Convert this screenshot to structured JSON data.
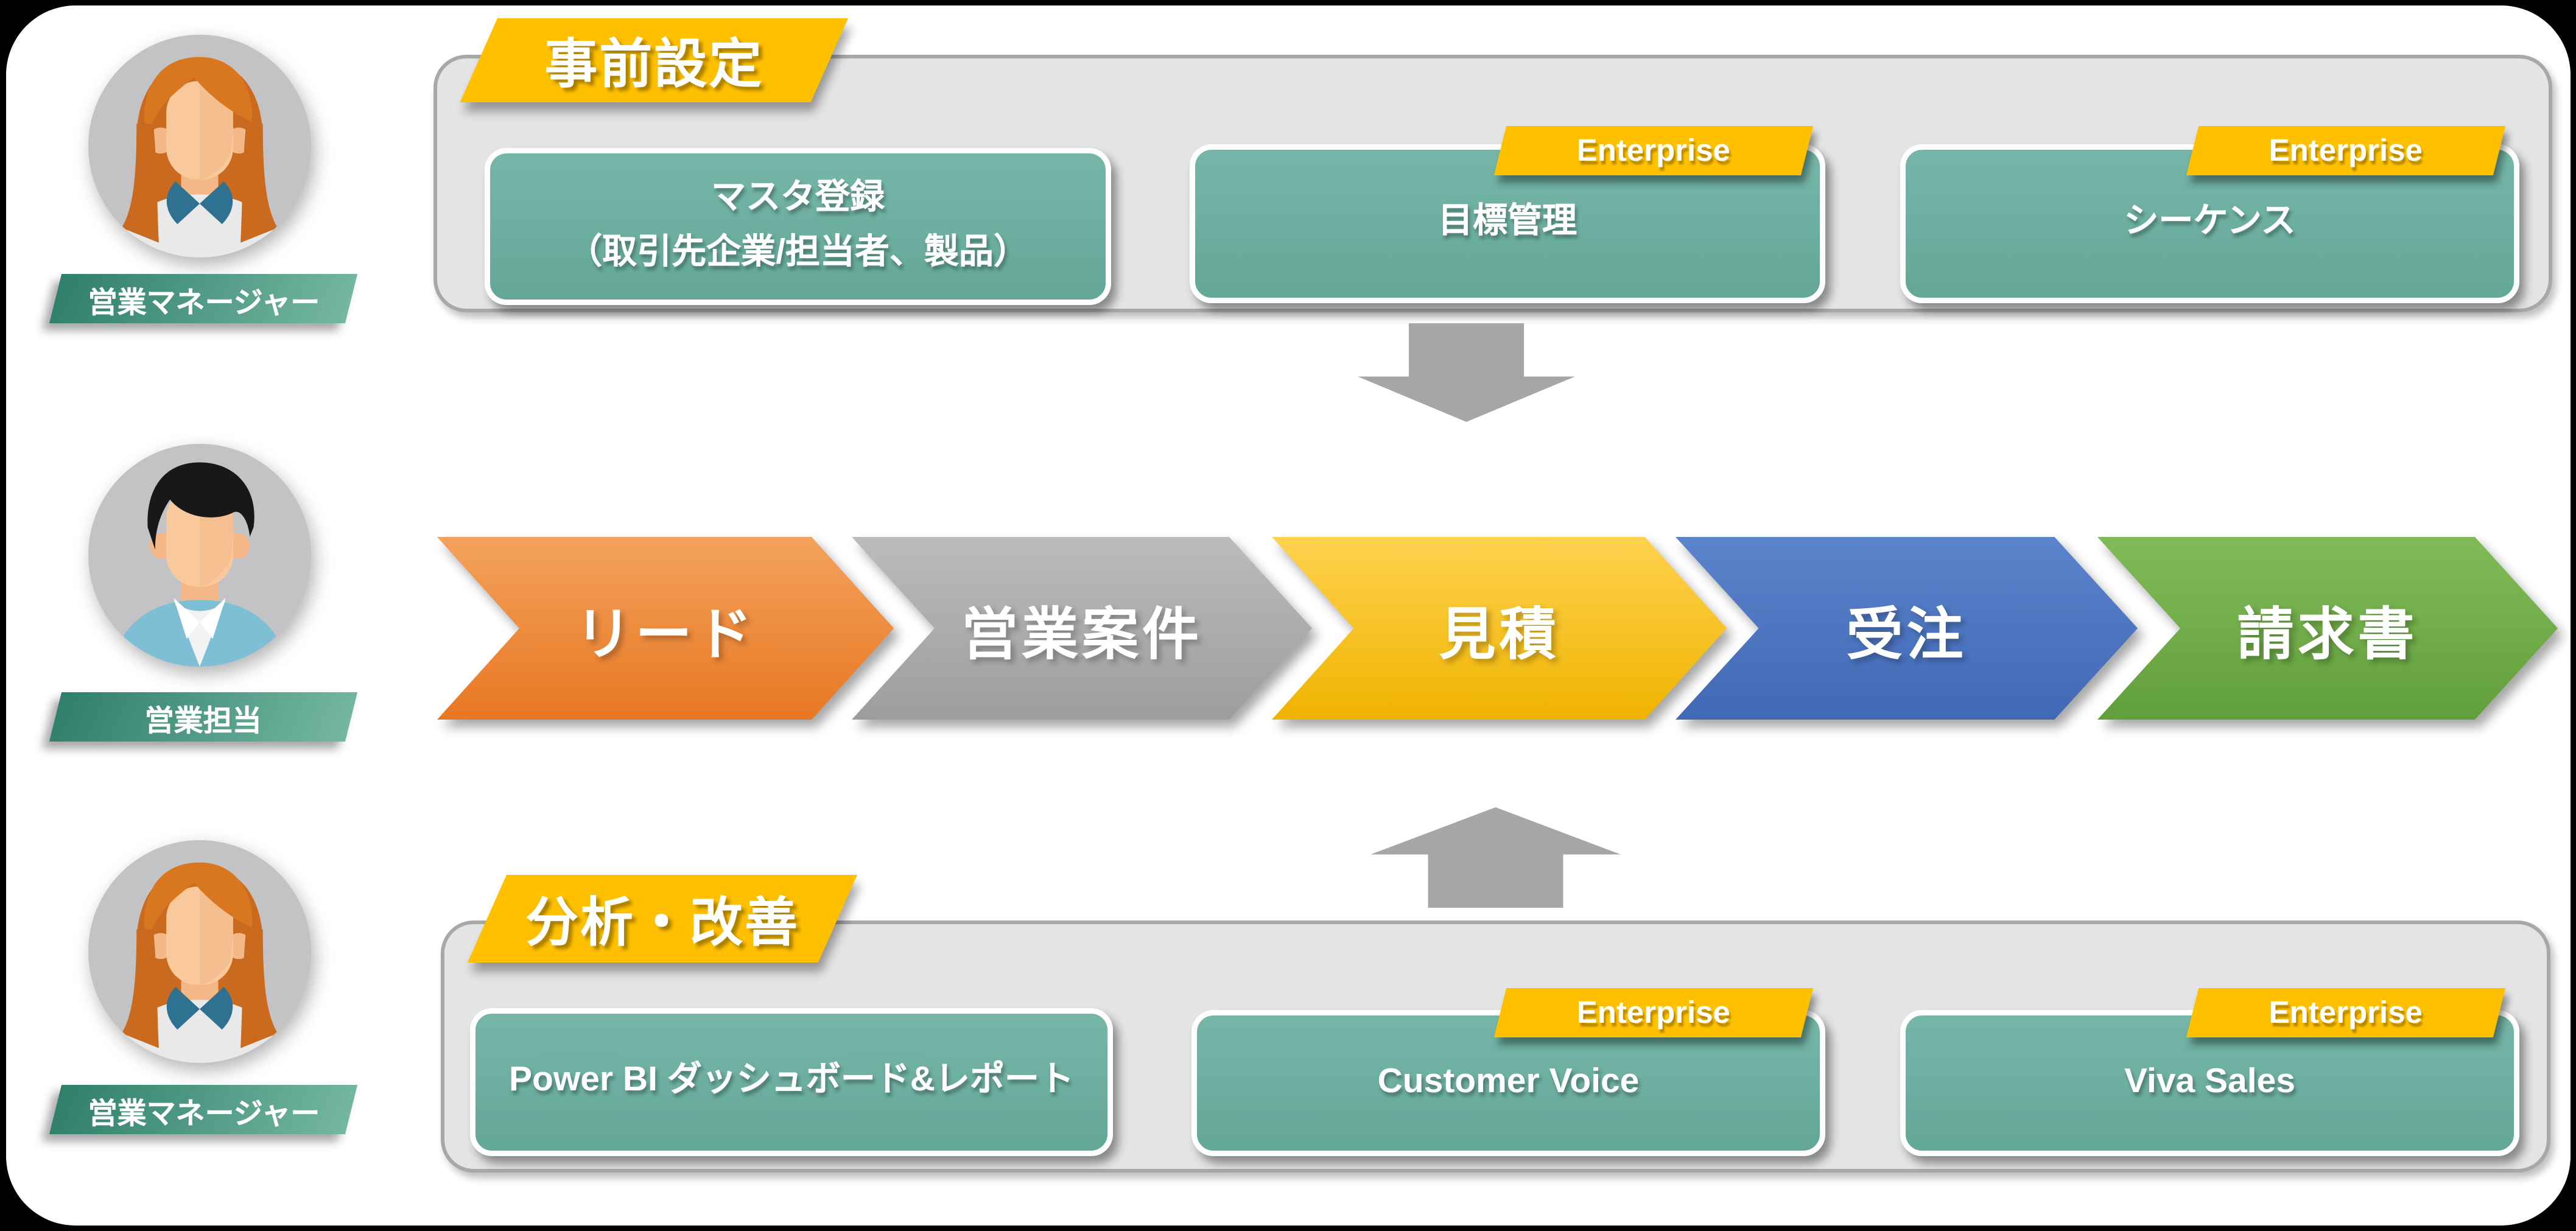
{
  "personas": [
    {
      "role": "営業マネージャー",
      "avatar": "woman-red-hair"
    },
    {
      "role": "営業担当",
      "avatar": "man-black-hair"
    },
    {
      "role": "営業マネージャー",
      "avatar": "woman-red-hair"
    }
  ],
  "pre_setup": {
    "title": "事前設定",
    "boxes": [
      {
        "lines": [
          "マスタ登録",
          "（取引先企業/担当者、製品）"
        ],
        "badge": null
      },
      {
        "label": "目標管理",
        "badge": "Enterprise"
      },
      {
        "label": "シーケンス",
        "badge": "Enterprise"
      }
    ]
  },
  "pipeline": {
    "stages": [
      {
        "label": "リード",
        "color_top": "#F3A25C",
        "color_bottom": "#E87722"
      },
      {
        "label": "営業案件",
        "color_top": "#BBBBBB",
        "color_bottom": "#9D9D9D"
      },
      {
        "label": "見積",
        "color_top": "#FFD24F",
        "color_bottom": "#EFB300"
      },
      {
        "label": "受注",
        "color_top": "#5B84CC",
        "color_bottom": "#4068B4"
      },
      {
        "label": "請求書",
        "color_top": "#81BB58",
        "color_bottom": "#619F3C"
      }
    ]
  },
  "analysis": {
    "title": "分析・改善",
    "boxes": [
      {
        "label": "Power BI ダッシュボード&レポート",
        "badge": null
      },
      {
        "label": "Customer Voice",
        "badge": "Enterprise"
      },
      {
        "label": "Viva Sales",
        "badge": "Enterprise"
      }
    ]
  },
  "colors": {
    "background": "#000000",
    "canvas": "#FFFFFF",
    "panel_fill": "#E4E4E4",
    "panel_border": "#A8A8A8",
    "accent_gold": "#FFC000",
    "teal_box": "#6CAFA1",
    "role_label_dark": "#2F7F6A",
    "role_label_light": "#74B7A2",
    "arrow_gray": "#A6A6A6"
  }
}
